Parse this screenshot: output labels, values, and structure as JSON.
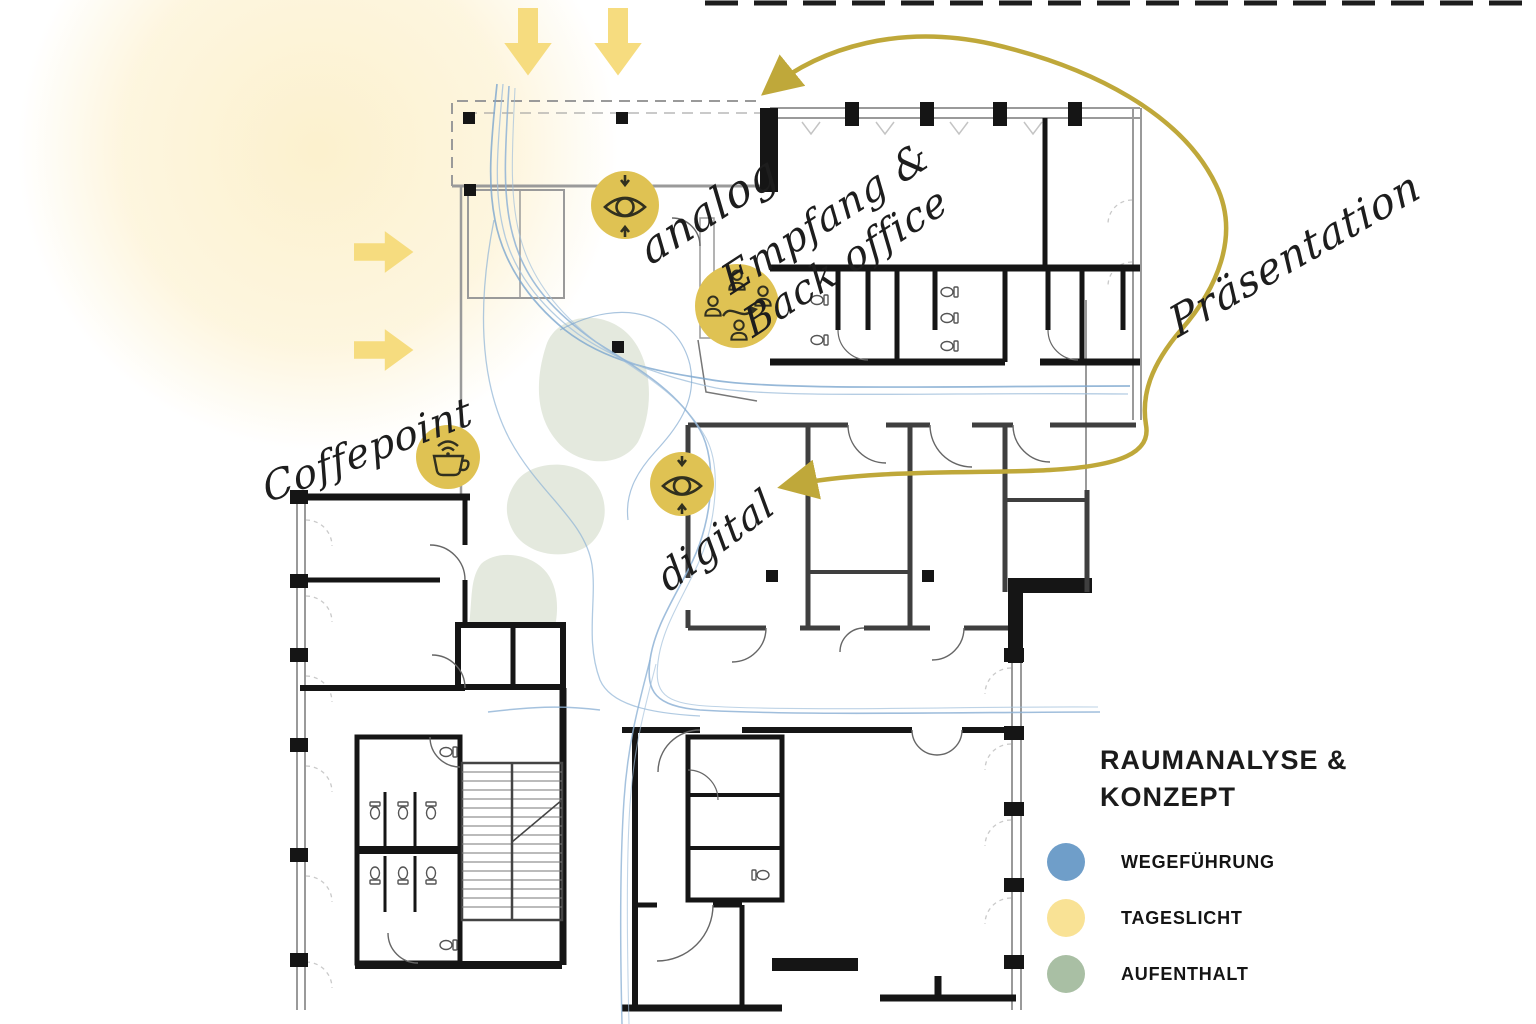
{
  "title": {
    "line1": "RAUMANALYSE &",
    "line2": "KONZEPT"
  },
  "legend": {
    "items": [
      {
        "label": "WEGEFÜHRUNG",
        "color": "#6f9ec9",
        "icon": "blue-dot"
      },
      {
        "label": "TAGESLICHT",
        "color": "#f9e295",
        "icon": "yellow-dot"
      },
      {
        "label": "AUFENTHALT",
        "color": "#a9bfa4",
        "icon": "green-dot"
      }
    ]
  },
  "annotations": {
    "analog": "analog",
    "empfang_line1": "Empfang &",
    "empfang_line2": "Back office",
    "praesentation": "Präsentation",
    "coffepoint": "Coffepoint",
    "digital": "digital"
  },
  "markers": [
    {
      "icon": "eye-attention-icon",
      "zone": "analog"
    },
    {
      "icon": "meeting-people-icon",
      "zone": "empfang-back-office"
    },
    {
      "icon": "coffee-wifi-icon",
      "zone": "coffepoint"
    },
    {
      "icon": "eye-attention-icon",
      "zone": "digital"
    }
  ],
  "colors": {
    "presentation_curve": "#bfa83a",
    "icon_circle_yellow": "#dfc253",
    "flow_blue": "#7ca6ce",
    "daylight_arrow_yellow": "#f6dc7f",
    "stay_area_green": "#e4e9de",
    "sun_yellow": "#fcf0cb"
  }
}
